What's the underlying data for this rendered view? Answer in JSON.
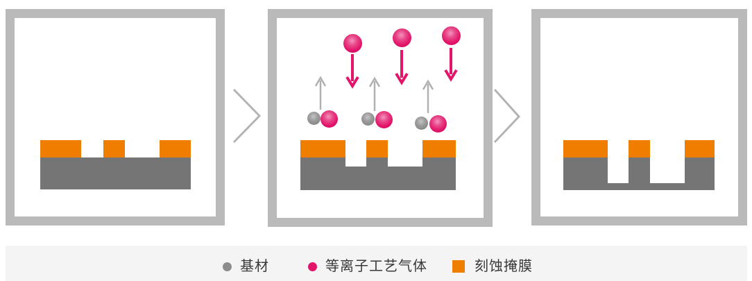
{
  "diagram": {
    "subject": "plasma-etching-process",
    "stage_count": 3
  },
  "colors": {
    "panel_border": "#bababa",
    "substrate_gray": "#757575",
    "mask_orange": "#ef7d00",
    "plasma_pink": "#e3156b",
    "ball_gray": "#8c8c8c",
    "up_arrow_gray": "#b0b0b0",
    "chevron_gray": "#b3b3b3",
    "legend_background": "#f4f4f4",
    "legend_text": "#383838"
  },
  "legend": {
    "items": [
      {
        "id": "substrate",
        "label": "基材",
        "marker": "dot",
        "color": "#8c8c8c"
      },
      {
        "id": "plasma-gas",
        "label": "等离子工艺气体",
        "marker": "dot",
        "color": "#e3156b"
      },
      {
        "id": "etch-mask",
        "label": "刻蚀掩膜",
        "marker": "square",
        "color": "#ef7d00"
      }
    ]
  }
}
